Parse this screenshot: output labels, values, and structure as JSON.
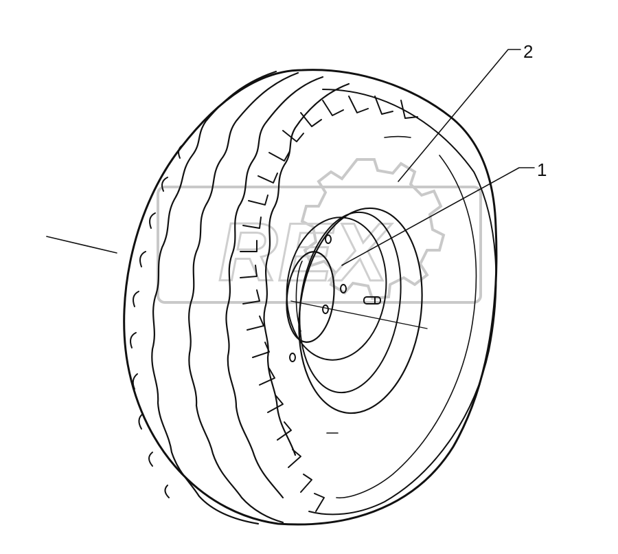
{
  "drawing": {
    "subject": "wheel-with-tyre",
    "line_color": "#111111",
    "background": "#ffffff",
    "watermark_color": "#c9c9c9"
  },
  "watermark": {
    "text": "REX"
  },
  "callouts": [
    {
      "id": "callout-1",
      "label": "1"
    },
    {
      "id": "callout-2",
      "label": "2"
    }
  ]
}
